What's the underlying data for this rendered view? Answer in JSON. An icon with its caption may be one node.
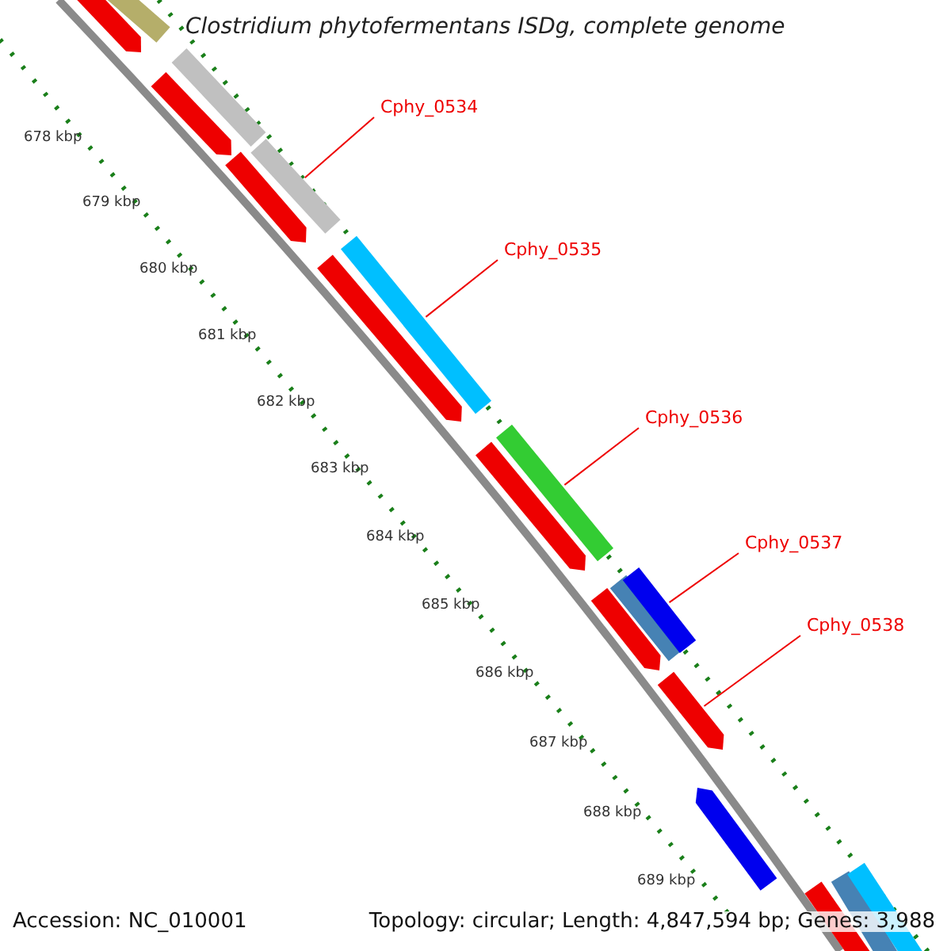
{
  "diagram": {
    "title": "Clostridium phytofermentans ISDg, complete genome",
    "nodes": [
      {
        "text": [
          "Cphy_0534"
        ]
      },
      {
        "text": [
          "Cphy_0535"
        ]
      },
      {
        "text": [
          "Cphy_0536"
        ]
      },
      {
        "text": [
          "Cphy_0537"
        ]
      },
      {
        "text": [
          "Cphy_0538"
        ]
      },
      {
        "text": [],
        "shape": "bar"
      },
      {
        "text": [],
        "shape": "bar"
      },
      {
        "text": [],
        "shape": "bar"
      },
      {
        "text": [],
        "shape": "bar"
      },
      {
        "text": [],
        "shape": "bar"
      },
      {
        "text": [],
        "shape": "bar"
      },
      {
        "text": [],
        "shape": "bar"
      },
      {
        "text": [],
        "shape": "bar"
      },
      {
        "text": [],
        "shape": "bar"
      },
      {
        "text": [],
        "shape": "bar"
      },
      {
        "text": [],
        "shape": "bar"
      },
      {
        "text": [],
        "shape": "bar"
      },
      {
        "text": [],
        "shape": "bar"
      },
      {
        "text": [],
        "shape": "bar"
      },
      {
        "text": [],
        "shape": "bar"
      },
      {
        "text": [],
        "shape": "bar"
      },
      {
        "text": [],
        "shape": "bar"
      },
      {
        "text": [],
        "shape": "bar"
      }
    ],
    "edges": [
      {
        "from": 0,
        "to": 9,
        "arrow": "none"
      },
      {
        "from": 1,
        "to": 11,
        "arrow": "none"
      },
      {
        "from": 2,
        "to": 13,
        "arrow": "none"
      },
      {
        "from": 3,
        "to": 16,
        "arrow": "none"
      },
      {
        "from": 4,
        "to": 18,
        "arrow": "none"
      }
    ],
    "labels": [
      "678 kbp",
      "679 kbp",
      "680 kbp",
      "681 kbp",
      "682 kbp",
      "683 kbp",
      "684 kbp",
      "685 kbp",
      "686 kbp",
      "687 kbp",
      "688 kbp",
      "689 kbp",
      "Accession: NC_010001",
      "Topology: circular; Length: 4,847,594 bp; Genes: 3,988"
    ]
  }
}
